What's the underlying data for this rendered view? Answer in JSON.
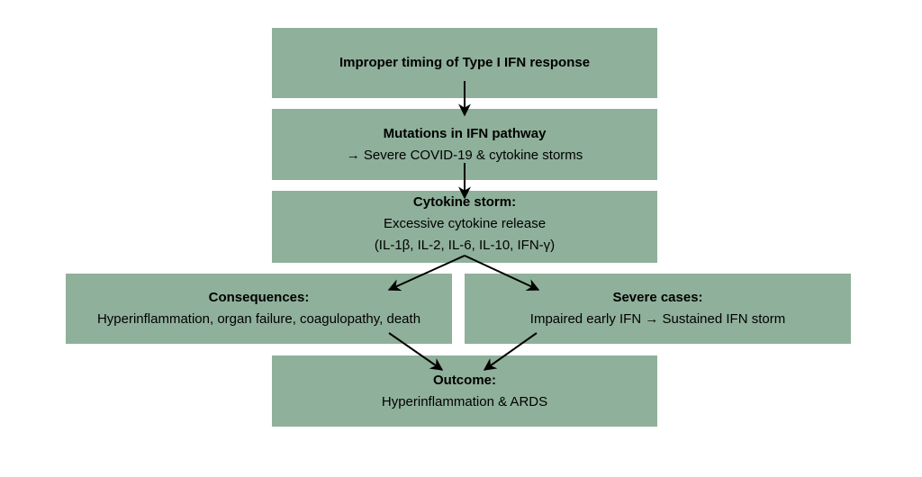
{
  "nodes": {
    "n1": {
      "title": "Improper timing of Type I IFN response"
    },
    "n2": {
      "title": "Mutations in IFN pathway",
      "text": "→ Severe COVID-19 & cytokine storms"
    },
    "n3": {
      "title": "Cytokine storm:",
      "text": "Excessive cytokine release",
      "text2": "(IL-1β, IL-2, IL-6, IL-10, IFN-γ)"
    },
    "n4": {
      "title": "Consequences:",
      "text": "Hyperinflammation, organ failure, coagulopathy, death"
    },
    "n5": {
      "title": "Severe cases:",
      "text": "Impaired early IFN → Sustained IFN storm"
    },
    "n6": {
      "title": "Outcome:",
      "text": "Hyperinflammation & ARDS"
    }
  },
  "edges": [
    [
      "n1",
      "n2"
    ],
    [
      "n2",
      "n3"
    ],
    [
      "n3",
      "n4"
    ],
    [
      "n3",
      "n5"
    ],
    [
      "n4",
      "n6"
    ],
    [
      "n5",
      "n6"
    ]
  ],
  "colors": {
    "box_fill": "#8fb09a",
    "text": "#000000",
    "arrow": "#000000"
  }
}
